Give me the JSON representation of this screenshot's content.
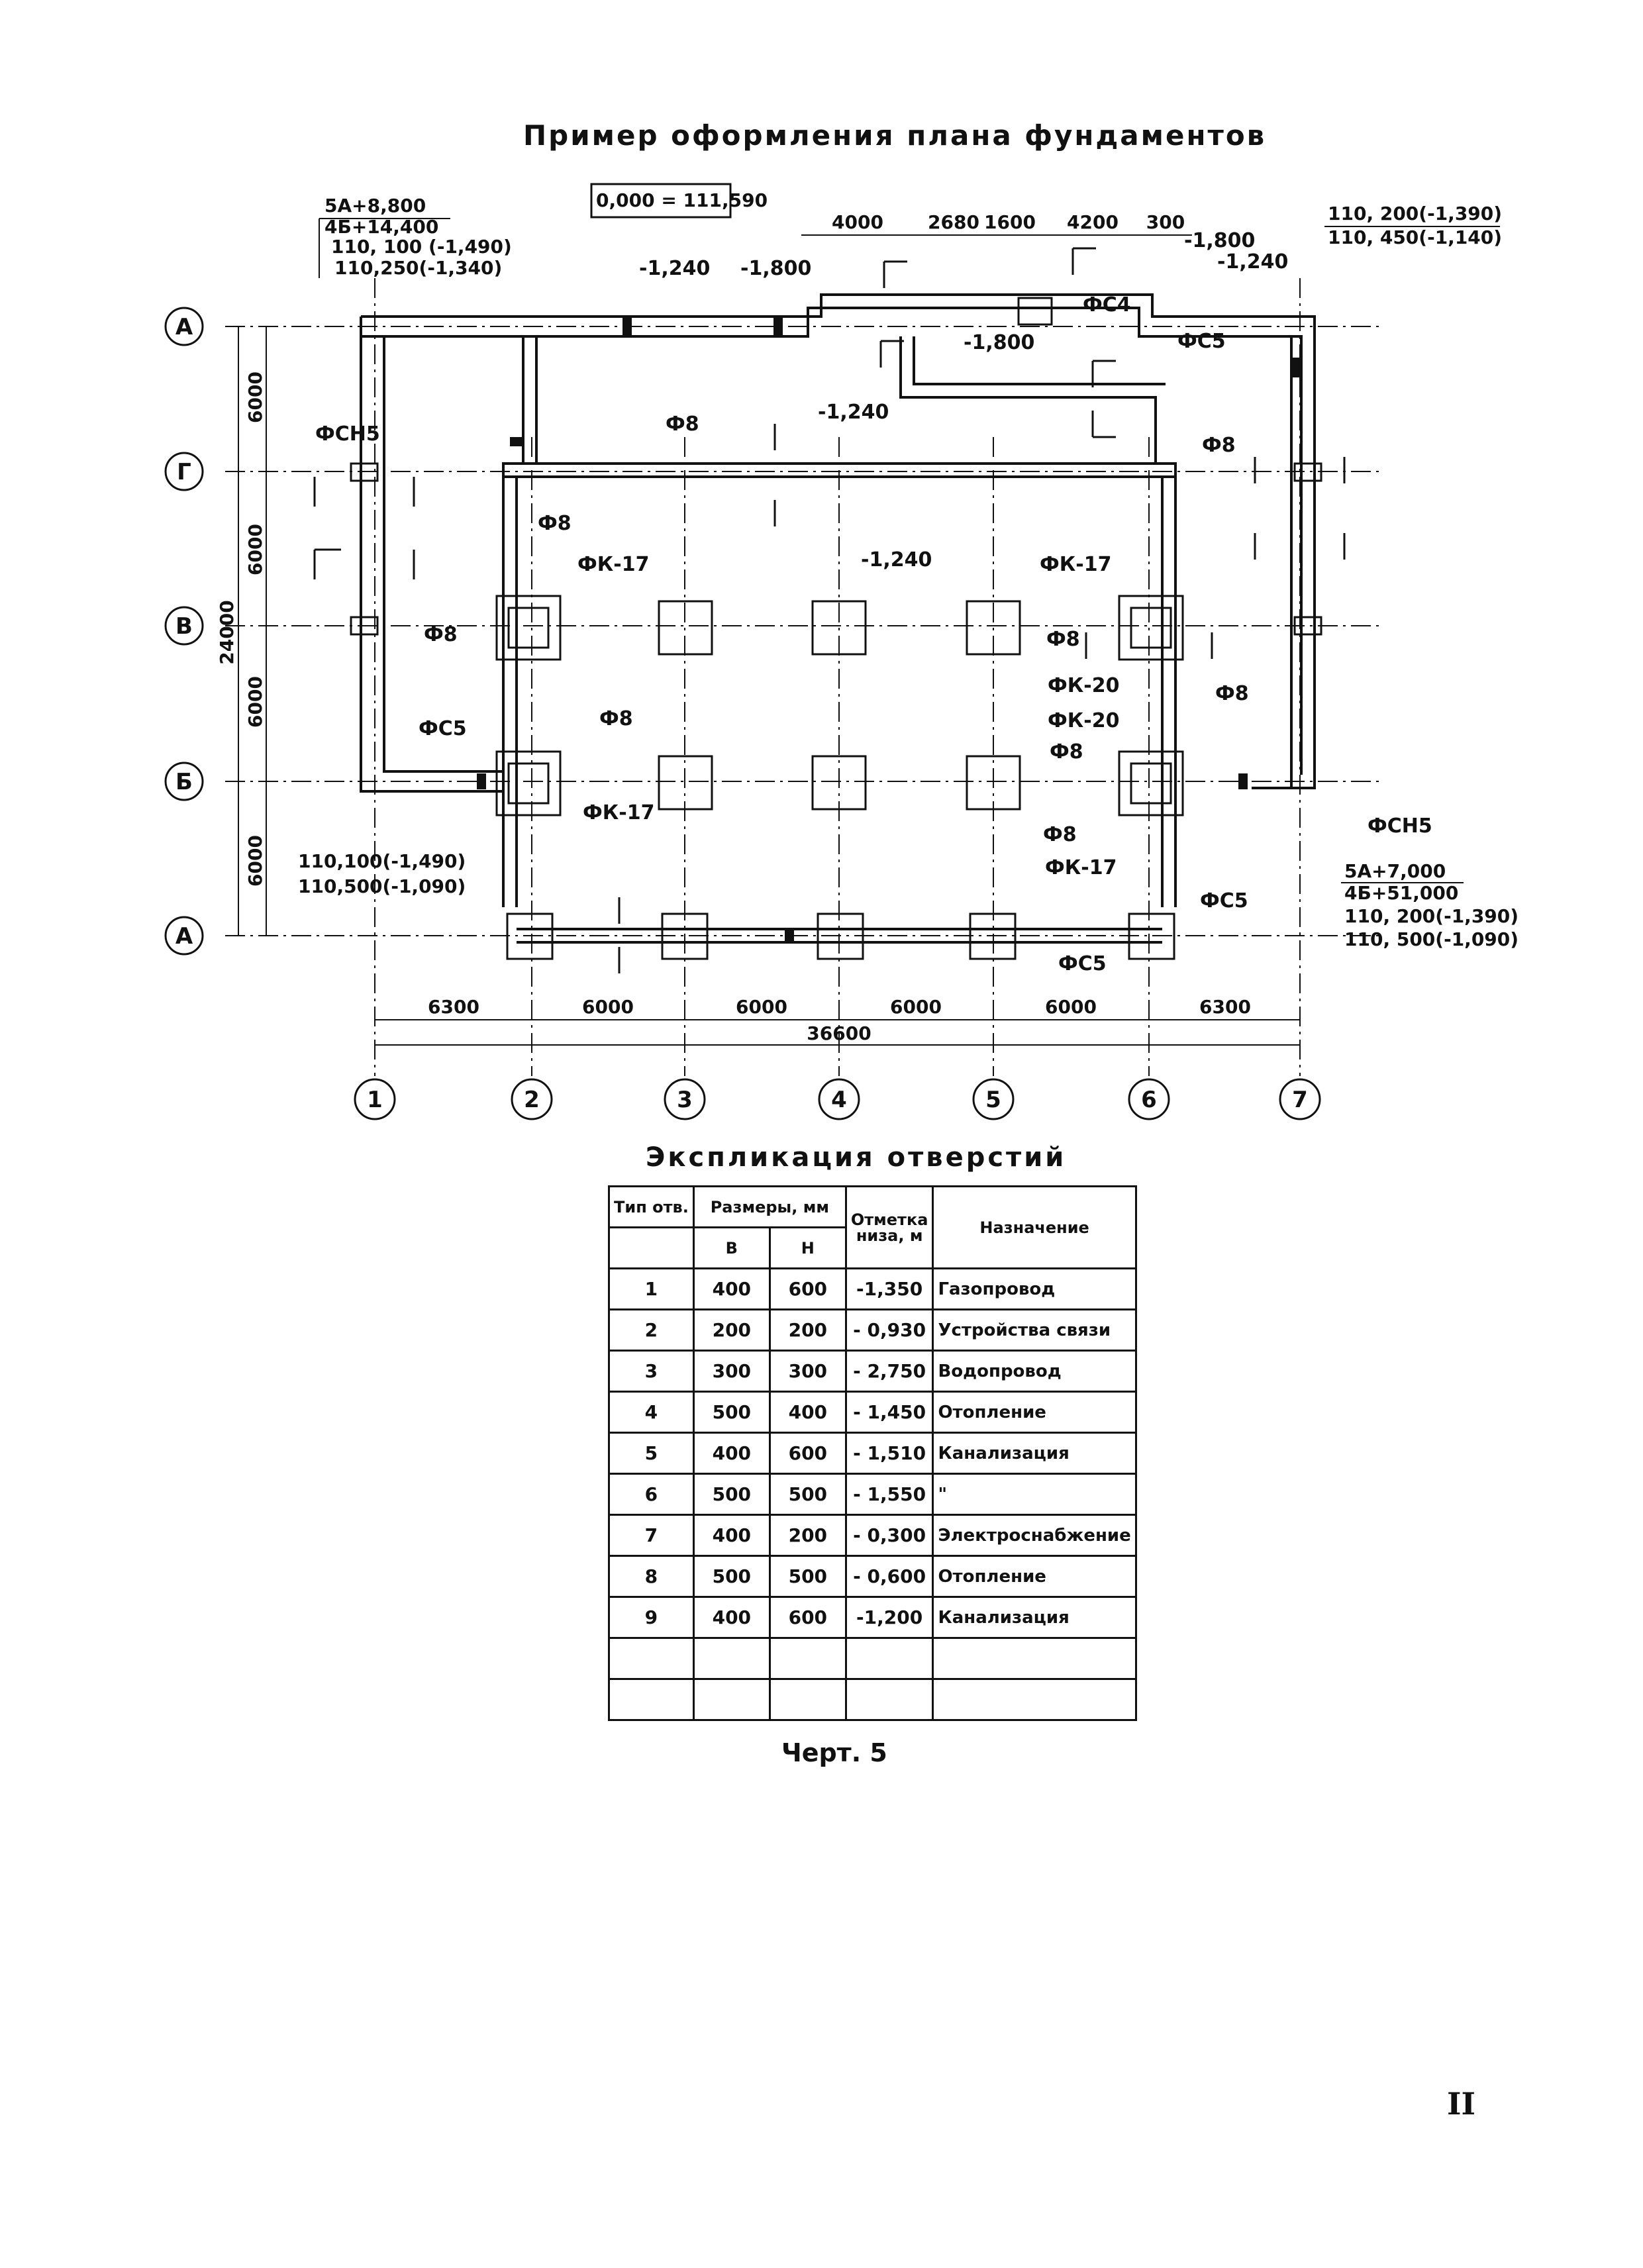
{
  "title": "Пример оформления плана фундаментов",
  "elevation_zero": "0,000 = 111,590",
  "axes_rows": [
    "А",
    "Г",
    "В",
    "Б",
    "А"
  ],
  "axes_cols": [
    "1",
    "2",
    "3",
    "4",
    "5",
    "6",
    "7"
  ],
  "dims_bottom": [
    "6300",
    "6000",
    "6000",
    "6000",
    "6000",
    "6300"
  ],
  "dim_total": "36600",
  "dims_left": [
    "6000",
    "6000",
    "6000",
    "6000"
  ],
  "dim_left_total": "24000",
  "dims_top": [
    "4000",
    "2680",
    "1600",
    "4200",
    "300"
  ],
  "note_topleft": [
    "5А+8,800",
    "4Б+14,400",
    "110, 100 (-1,490)",
    "110,250(-1,340)"
  ],
  "note_topright": [
    "110, 200(-1,390)",
    "110, 450(-1,140)"
  ],
  "note_right": [
    "5А+7,000",
    "4Б+51,000",
    "110, 200(-1,390)",
    "110, 500(-1,090)"
  ],
  "note_left": [
    "110,100(-1,490)",
    "110,500(-1,090)"
  ],
  "marks": {
    "fsn5": "ФСН5",
    "fs5": "ФС5",
    "fs4": "ФС4",
    "f8": "Ф8",
    "fk17": "ФК-17",
    "fk20": "ФК-20",
    "elev_1240": "-1,240",
    "elev_1800": "-1,800"
  },
  "explication": {
    "title": "Экспликация отверстий",
    "headers": {
      "type": "Тип отв.",
      "sizes": "Размеры, мм",
      "b": "В",
      "h": "Н",
      "mark": "Отметка низа, м",
      "purpose": "Назначение"
    },
    "rows": [
      {
        "n": "1",
        "b": "400",
        "h": "600",
        "mark": "-1,350",
        "purpose": "Газопровод"
      },
      {
        "n": "2",
        "b": "200",
        "h": "200",
        "mark": "- 0,930",
        "purpose": "Устройства связи"
      },
      {
        "n": "3",
        "b": "300",
        "h": "300",
        "mark": "- 2,750",
        "purpose": "Водопровод"
      },
      {
        "n": "4",
        "b": "500",
        "h": "400",
        "mark": "- 1,450",
        "purpose": "Отопление"
      },
      {
        "n": "5",
        "b": "400",
        "h": "600",
        "mark": "- 1,510",
        "purpose": "Канализация"
      },
      {
        "n": "6",
        "b": "500",
        "h": "500",
        "mark": "- 1,550",
        "purpose": "\""
      },
      {
        "n": "7",
        "b": "400",
        "h": "200",
        "mark": "- 0,300",
        "purpose": "Электроснабжение"
      },
      {
        "n": "8",
        "b": "500",
        "h": "500",
        "mark": "- 0,600",
        "purpose": "Отопление"
      },
      {
        "n": "9",
        "b": "400",
        "h": "600",
        "mark": "-1,200",
        "purpose": "Канализация"
      },
      {
        "n": "",
        "b": "",
        "h": "",
        "mark": "",
        "purpose": ""
      },
      {
        "n": "",
        "b": "",
        "h": "",
        "mark": "",
        "purpose": ""
      }
    ]
  },
  "caption": "Черт. 5",
  "page_number": "II"
}
